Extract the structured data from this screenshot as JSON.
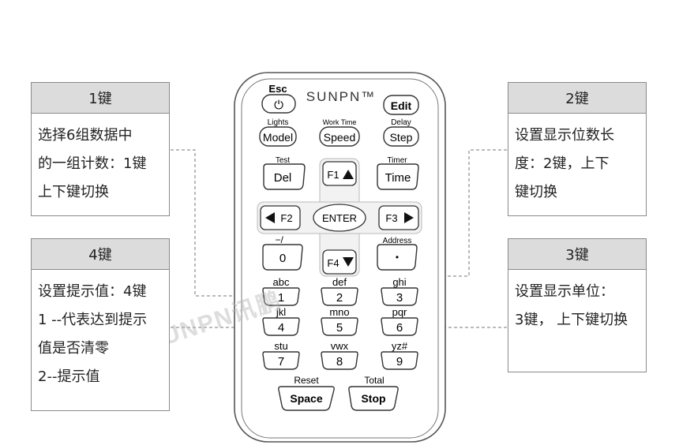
{
  "callouts": {
    "key1": {
      "title": "1键",
      "text": "选择6组数据中\n的一组计数：1键\n上下键切换"
    },
    "key4": {
      "title": "4键",
      "text": "设置提示值：4键\n1 --代表达到提示\n值是否清零\n2--提示值"
    },
    "key2": {
      "title": "2键",
      "text": "设置显示位数长\n度：2键，上下\n键切换"
    },
    "key3": {
      "title": "3键",
      "text": "设置显示单位：\n3键， 上下键切换"
    }
  },
  "remote": {
    "brand": "SUNPN™",
    "watermark": "SUNPN讯鹏",
    "top_keys": {
      "esc_label": "Esc",
      "power_symbol": "⏻",
      "edit": "Edit",
      "lights_label": "Lights",
      "model": "Model",
      "worktime_label": "Work Time",
      "speed": "Speed",
      "delay_label": "Delay",
      "step": "Step",
      "test_label": "Test",
      "del": "Del",
      "timer_label": "Timer",
      "time": "Time",
      "dash_label": "−/_",
      "zero": "0",
      "address_label": "Address",
      "dot": "•"
    },
    "dpad": {
      "f1": "F1",
      "f2": "F2",
      "f3": "F3",
      "f4": "F4",
      "enter": "ENTER"
    },
    "numpad": [
      {
        "label": "abc",
        "digit": "1"
      },
      {
        "label": "def",
        "digit": "2"
      },
      {
        "label": "ghi",
        "digit": "3"
      },
      {
        "label": "jkl",
        "digit": "4"
      },
      {
        "label": "mno",
        "digit": "5"
      },
      {
        "label": "pqr",
        "digit": "6"
      },
      {
        "label": "stu",
        "digit": "7"
      },
      {
        "label": "vwx",
        "digit": "8"
      },
      {
        "label": "yz#",
        "digit": "9"
      }
    ],
    "bottom_keys": {
      "reset_label": "Reset",
      "space": "Space",
      "total_label": "Total",
      "stop": "Stop"
    }
  }
}
